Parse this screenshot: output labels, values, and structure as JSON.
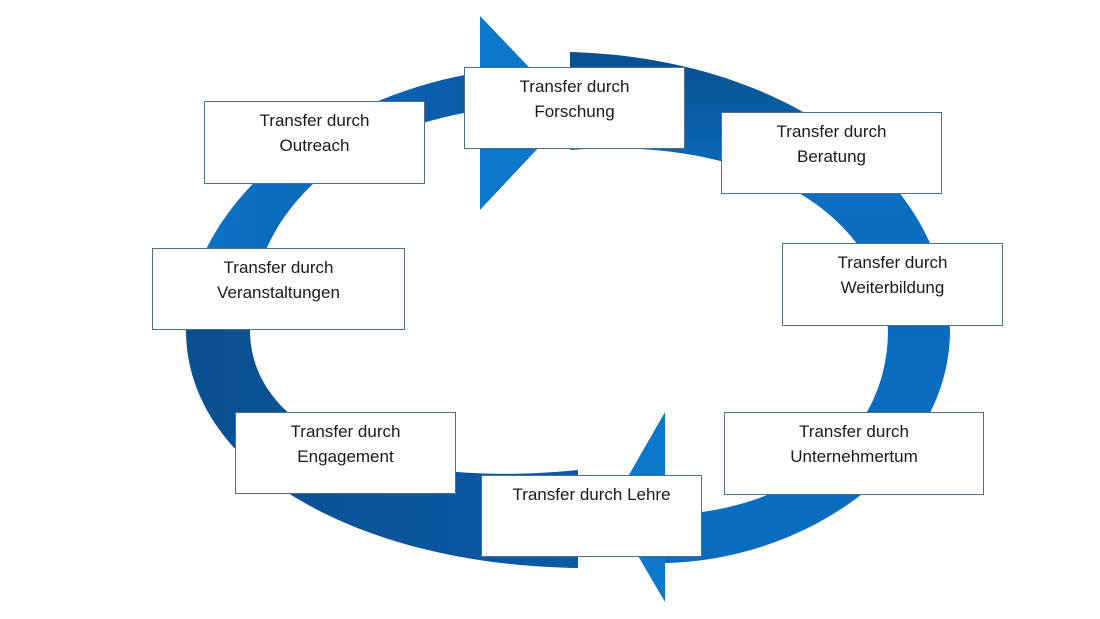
{
  "diagram": {
    "colors": {
      "ring_light": "#0a6fc4",
      "ring_dark": "#0a4f8f",
      "box_border": "#4f6f8f",
      "box_fill": "#ffffff",
      "text": "#1a1a1a"
    },
    "nodes": {
      "forschung": "Transfer durch\nForschung",
      "beratung": "Transfer durch\nBeratung",
      "weiterbildung": "Transfer durch\nWeiterbildung",
      "unternehmertum": "Transfer durch\nUnternehmertum",
      "lehre": "Transfer durch Lehre",
      "engagement": "Transfer durch\nEngagement",
      "veranstaltungen": "Transfer durch\nVeranstaltungen",
      "outreach": "Transfer durch\nOutreach"
    }
  }
}
